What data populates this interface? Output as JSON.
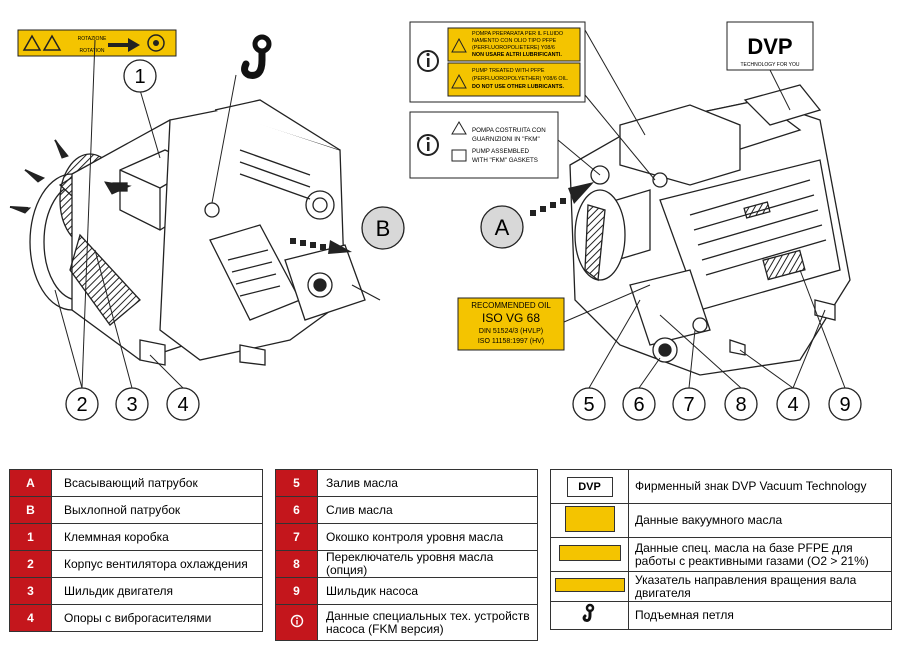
{
  "figure": {
    "callouts": [
      "1",
      "2",
      "3",
      "4",
      "A",
      "B",
      "5",
      "6",
      "7",
      "8",
      "4",
      "9"
    ],
    "rotation_label_top": "ROTAZIONE",
    "rotation_label_bottom": "ROTATION",
    "pfpe_label_it": [
      "POMPA PREPARATA PER IL FLUIDO",
      "NAMENTO CON OLIO TIPO PFPE",
      "(PERFLUOROPOLIETERE) Y08/6",
      "NON USARE ALTRI LUBRIFICANTI."
    ],
    "pfpe_label_en": [
      "PUMP TREATED WITH PFPE",
      "(PERFLUOROPOLYETHER) Y08/6 OIL.",
      "DO NOT USE OTHER LUBRICANTS."
    ],
    "fkm_label": [
      "POMPA COSTRUITA CON",
      "GUARNIZIONI IN \"FKM\"",
      "PUMP ASSEMBLED",
      "WITH \"FKM\" GASKETS"
    ],
    "brand_logo": "DVP",
    "brand_tagline": "TECHNOLOGY FOR YOU",
    "oil_plate": [
      "RECOMMENDED OIL",
      "ISO VG 68",
      "DIN 51524/3 (HVLP)",
      "ISO 11158:1997 (HV)"
    ]
  },
  "legend_left": [
    {
      "key": "A",
      "text": "Всасывающий патрубок"
    },
    {
      "key": "B",
      "text": "Выхлопной патрубок"
    },
    {
      "key": "1",
      "text": "Клеммная коробка"
    },
    {
      "key": "2",
      "text": "Корпус вентилятора охлаждения"
    },
    {
      "key": "3",
      "text": "Шильдик двигателя"
    },
    {
      "key": "4",
      "text": "Опоры с виброгасителями"
    }
  ],
  "legend_middle": [
    {
      "key": "5",
      "text": "Залив масла"
    },
    {
      "key": "6",
      "text": "Слив масла"
    },
    {
      "key": "7",
      "text": "Окошко контроля уровня масла"
    },
    {
      "key": "8",
      "text": "Переключатель уровня масла (опция)"
    },
    {
      "key": "9",
      "text": "Шильдик насоса"
    },
    {
      "key_icon": "info-icon",
      "text": "Данные специальных тех. устройств насоса (FKM версия)"
    }
  ],
  "legend_right": [
    {
      "icon": "dvp-logo",
      "text": "Фирменный знак DVP Vacuum Technology"
    },
    {
      "icon": "oil-plate",
      "text": "Данные вакуумного масла"
    },
    {
      "icon": "pfpe-warning",
      "text": "Данные спец. масла на базе PFPE для работы с реактивными  газами  (O2 > 21%)"
    },
    {
      "icon": "rotation-sticker",
      "text": "Указатель направления вращения вала двигателя"
    },
    {
      "icon": "lifting-hook",
      "text": "Подъемная петля"
    }
  ],
  "colors": {
    "key_red": "#c4161c",
    "warning_yellow": "#f4c400",
    "line": "#222222"
  }
}
